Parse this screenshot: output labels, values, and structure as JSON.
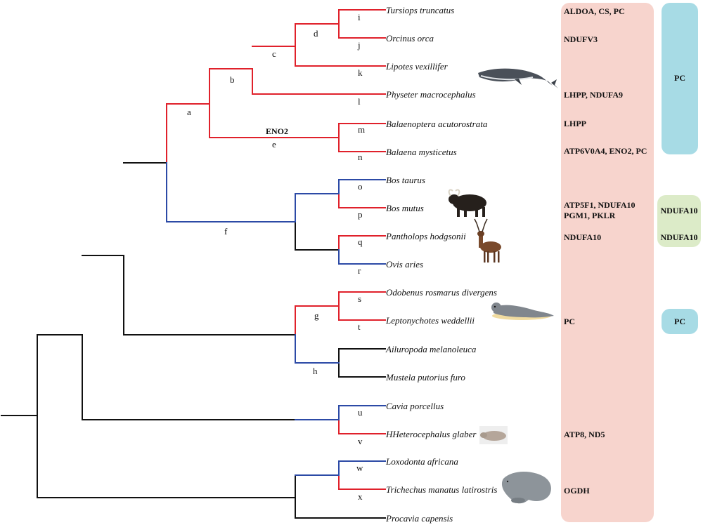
{
  "colors": {
    "black": "#111111",
    "red": "#e0212b",
    "blue": "#2c4aa6",
    "pink_panel": "#f7d4cd",
    "blue_panel": "#a7dbe5",
    "green_panel": "#dcebc8"
  },
  "species": [
    "Tursiops truncatus",
    "Orcinus orca",
    "Lipotes vexillifer",
    "Physeter macrocephalus",
    "Balaenoptera acutorostrata",
    "Balaena mysticetus",
    "Bos taurus",
    "Bos mutus",
    "Pantholops hodgsonii",
    "Ovis aries",
    "Odobenus rosmarus divergens",
    "Leptonychotes weddellii",
    "Ailuropoda melanoleuca",
    "Mustela putorius furo",
    "Cavia porcellus",
    "HHeterocephalus glaber",
    "Loxodonta africana",
    "Trichechus manatus latirostris",
    "Procavia capensis"
  ],
  "tip_labels": [
    "i",
    "j",
    "k",
    "l",
    "m",
    "n",
    "o",
    "p",
    "q",
    "r",
    "s",
    "t",
    "u",
    "v",
    "w",
    "x"
  ],
  "node_labels": [
    "a",
    "b",
    "c",
    "d",
    "e",
    "f",
    "g",
    "h"
  ],
  "branch_gene_label": "ENO2",
  "genes": {
    "tursiops": "ALDOA, CS, PC",
    "orcinus": "NDUFV3",
    "physeter": "LHPP, NDUFA9",
    "balaenoptera": "LHPP",
    "balaena": "ATP6V0A4, ENO2, PC",
    "bos_mutus_1": "ATP5F1, NDUFA10",
    "bos_mutus_2": "PGM1, PKLR",
    "pantholops": "NDUFA10",
    "pinnipeds": "PC",
    "heterocephalus": "ATP8, ND5",
    "trichechus": "OGDH"
  },
  "right_panels": {
    "cetacea": "PC",
    "bovid_1": "NDUFA10",
    "bovid_2": "NDUFA10",
    "pinniped": "PC"
  },
  "icons": [
    "whale-icon",
    "yak-icon",
    "antelope-icon",
    "seal-icon",
    "mole-rat-icon",
    "manatee-icon"
  ]
}
